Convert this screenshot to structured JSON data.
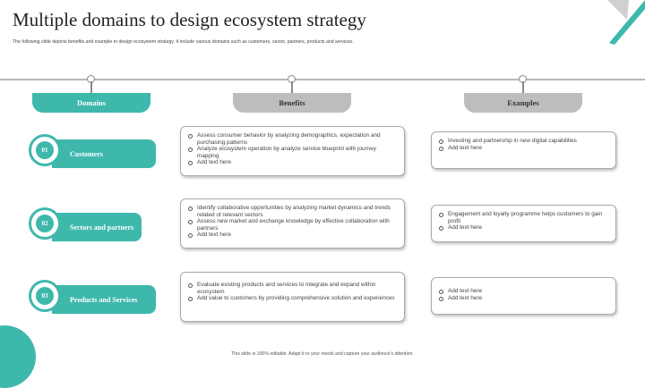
{
  "title": "Multiple domains to design ecosystem strategy",
  "subtitle": "The following slide depicts benefits and example to design ecosystem strategy. It include various domains such as customers, sector, partners, products and services.",
  "headers": {
    "domains": "Domains",
    "benefits": "Benefits",
    "examples": "Examples"
  },
  "rows": [
    {
      "num": "01",
      "domain": "Customers",
      "benefits": [
        "Assess consumer behavior by analyzing demographics, expectation and purchasing patterns",
        "Analyze ecosystem operation by analyze service blueprint with journey mapping",
        "Add text here"
      ],
      "examples": [
        "Investing and partnership in new digital capabilities",
        "Add text here"
      ]
    },
    {
      "num": "02",
      "domain": "Sectors and partners",
      "benefits": [
        "Identify collaborative opportunities by analyzing market dynamics and trends related of relevant sectors",
        "Assess new market and exchange knowledge by effective collaboration with partners",
        "Add text here"
      ],
      "examples": [
        "Engagement and loyalty programme helps customers to gain profit",
        "Add text here"
      ]
    },
    {
      "num": "03",
      "domain": "Products and Services",
      "benefits": [
        "Evaluate existing products and services to integrate and expand within ecosystem",
        "Add value to customers by providing comprehensive solution and experiences"
      ],
      "examples": [
        "Add text here",
        "Add text here"
      ]
    }
  ],
  "footer": "This slide is 100% editable. Adapt it to your needs and capture your audience's attention.",
  "colors": {
    "accent": "#3fb8ac",
    "grey": "#bdbdbd"
  }
}
